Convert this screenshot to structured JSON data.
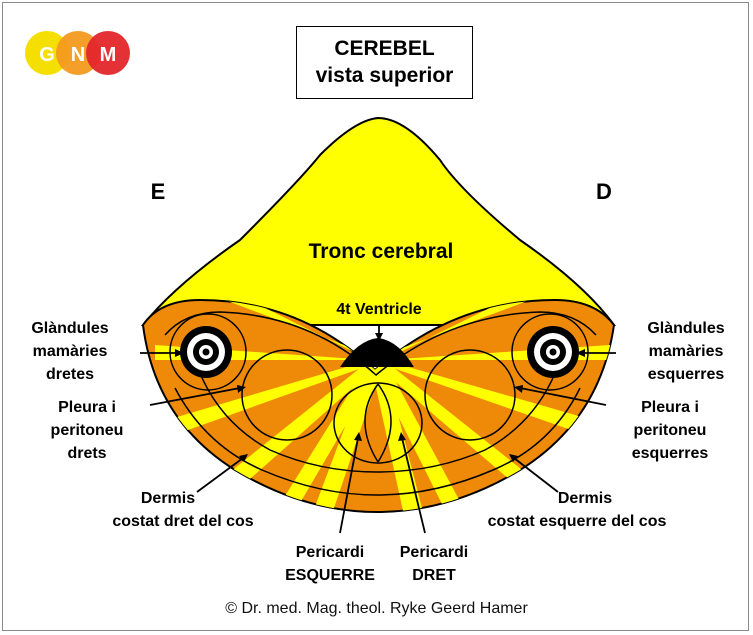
{
  "logo": {
    "letters": [
      "G",
      "N",
      "M"
    ],
    "colors": [
      "#f4df00",
      "#f39a1e",
      "#e3262b"
    ]
  },
  "title": {
    "line1": "CEREBEL",
    "line2": "vista superior"
  },
  "side_left": "E",
  "side_right": "D",
  "regions": {
    "brainstem": "Tronc cerebral",
    "ventricle": "4t Ventricle"
  },
  "labels": {
    "mammary_right": [
      "Glàndules",
      "mamàries",
      "dretes"
    ],
    "mammary_left": [
      "Glàndules",
      "mamàries",
      "esquerres"
    ],
    "pleura_right": [
      "Pleura i",
      "peritoneu",
      "drets"
    ],
    "pleura_left": [
      "Pleura i",
      "peritoneu",
      "esquerres"
    ],
    "dermis_right": [
      "Dermis",
      "costat dret del cos"
    ],
    "dermis_left": [
      "Dermis",
      "costat esquerre del cos"
    ],
    "pericardium_left": [
      "Pericardi",
      "ESQUERRE"
    ],
    "pericardium_right": [
      "Pericardi",
      "DRET"
    ]
  },
  "copyright": "© Dr. med. Mag. theol. Ryke Geerd Hamer",
  "colors": {
    "brainstem": "#ffff00",
    "cerebellum": "#ef8a08",
    "rays": "#ffff00",
    "outline": "#000000"
  }
}
